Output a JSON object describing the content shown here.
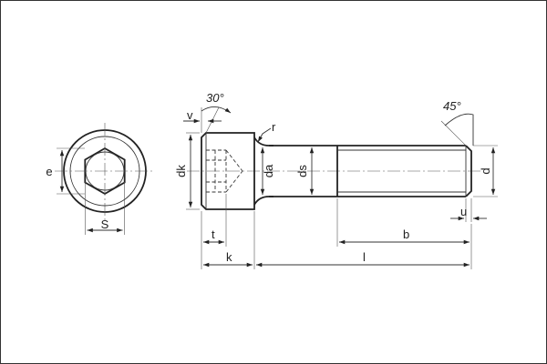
{
  "labels": {
    "e": "e",
    "S": "S",
    "v": "v",
    "angle_head": "30°",
    "r": "r",
    "dk": "dk",
    "da": "da",
    "ds": "ds",
    "angle_tip": "45°",
    "d": "d",
    "u": "u",
    "t": "t",
    "b": "b",
    "k": "k",
    "l": "l"
  },
  "colors": {
    "line": "#222222",
    "background": "#ffffff"
  }
}
